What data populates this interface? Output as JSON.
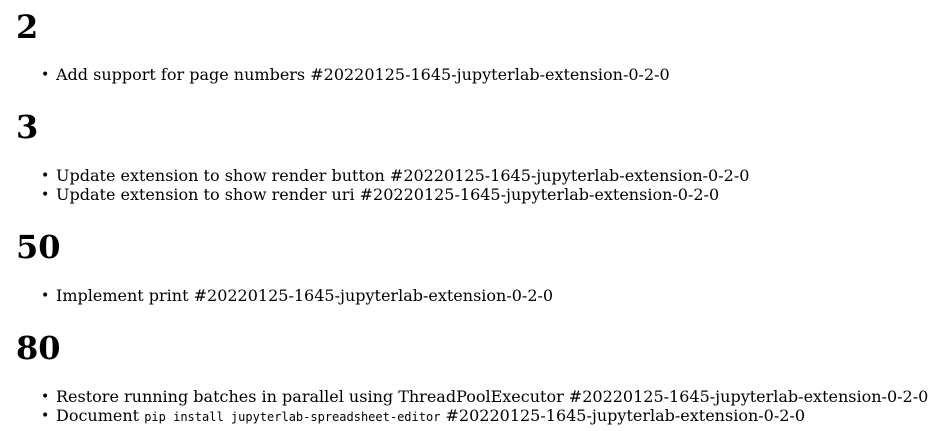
{
  "sections": [
    {
      "heading": "2",
      "items": [
        {
          "text": "Add support for page numbers #20220125-1645-jupyterlab-extension-0-2-0"
        }
      ]
    },
    {
      "heading": "3",
      "items": [
        {
          "text": "Update extension to show render button #20220125-1645-jupyterlab-extension-0-2-0"
        },
        {
          "text": "Update extension to show render uri #20220125-1645-jupyterlab-extension-0-2-0"
        }
      ]
    },
    {
      "heading": "50",
      "items": [
        {
          "text": "Implement print #20220125-1645-jupyterlab-extension-0-2-0"
        }
      ]
    },
    {
      "heading": "80",
      "items": [
        {
          "text": "Restore running batches in parallel using ThreadPoolExecutor #20220125-1645-jupyterlab-extension-0-2-0"
        },
        {
          "prefix": "Document",
          "code": "pip install jupyterlab-spreadsheet-editor",
          "suffix": "#20220125-1645-jupyterlab-extension-0-2-0"
        }
      ]
    }
  ]
}
